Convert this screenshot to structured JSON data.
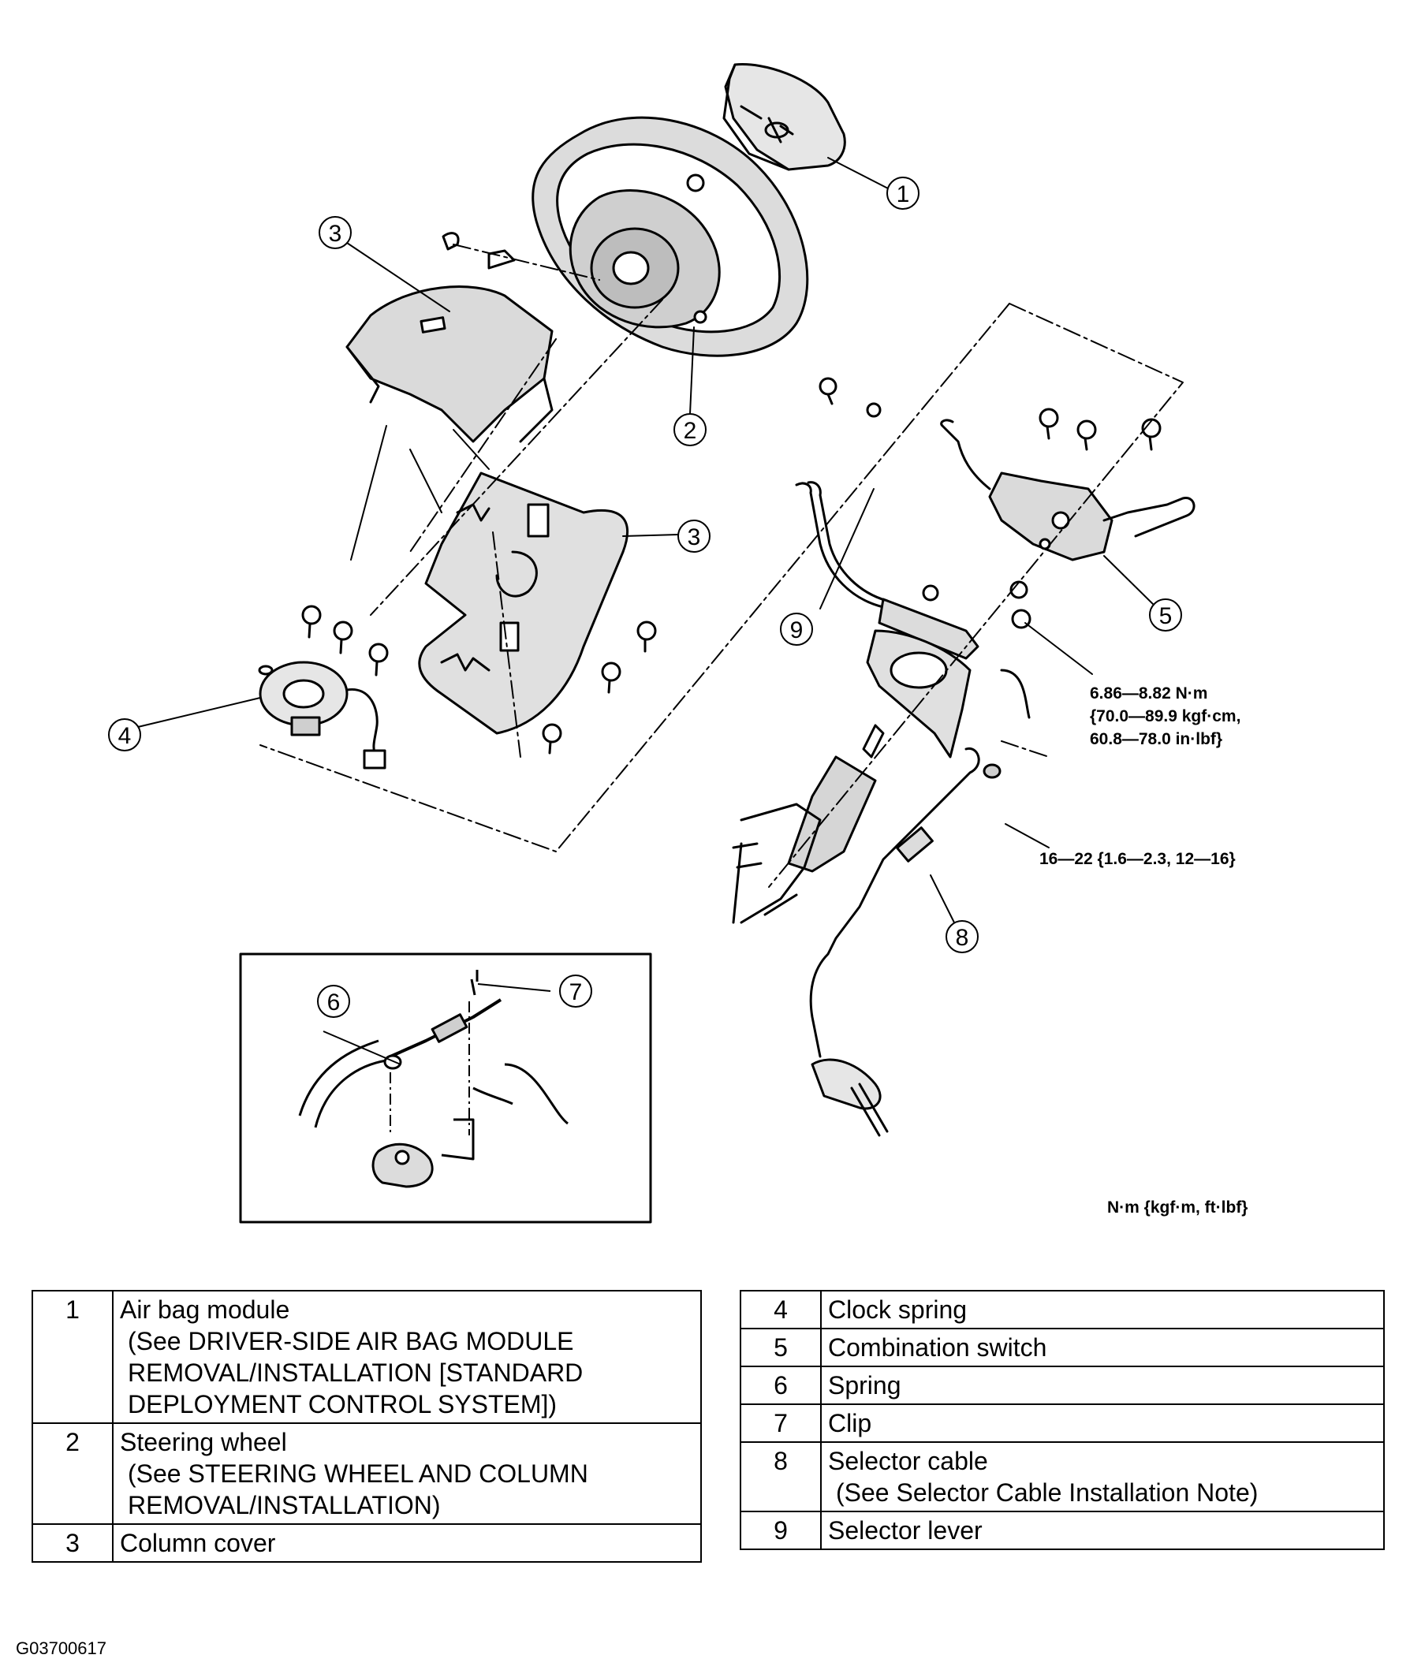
{
  "callouts": [
    "1",
    "2",
    "3",
    "3",
    "4",
    "5",
    "6",
    "7",
    "8",
    "9"
  ],
  "torque_specs": {
    "column_nut": [
      "6.86—8.82 N·m",
      "{70.0—89.9 kgf·cm,",
      "60.8—78.0 in·lbf}"
    ],
    "cable_nut": "16—22 {1.6—2.3, 12—16}",
    "units": "N·m {kgf·m, ft·lbf}"
  },
  "legend_left": [
    {
      "num": "1",
      "name": "Air bag module",
      "ref": "(See DRIVER-SIDE AIR BAG MODULE REMOVAL/INSTALLATION [STANDARD DEPLOYMENT CONTROL SYSTEM])"
    },
    {
      "num": "2",
      "name": "Steering wheel",
      "ref": "(See STEERING WHEEL AND COLUMN REMOVAL/INSTALLATION)"
    },
    {
      "num": "3",
      "name": "Column cover"
    }
  ],
  "legend_right": [
    {
      "num": "4",
      "name": "Clock spring"
    },
    {
      "num": "5",
      "name": "Combination switch"
    },
    {
      "num": "6",
      "name": "Spring"
    },
    {
      "num": "7",
      "name": "Clip"
    },
    {
      "num": "8",
      "name": "Selector cable",
      "ref": "(See Selector Cable Installation Note)"
    },
    {
      "num": "9",
      "name": "Selector lever"
    }
  ],
  "figure_code": "G03700617"
}
